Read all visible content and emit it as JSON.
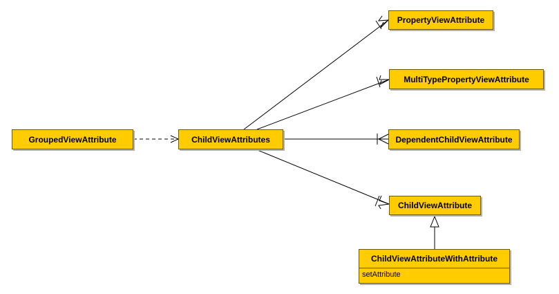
{
  "diagram": {
    "classes": {
      "grouped": {
        "name": "GroupedViewAttribute"
      },
      "child_attrs": {
        "name": "ChildViewAttributes"
      },
      "property": {
        "name": "PropertyViewAttribute"
      },
      "multitype": {
        "name": "MultiTypePropertyViewAttribute"
      },
      "dependent": {
        "name": "DependentChildViewAttribute"
      },
      "child_attr": {
        "name": "ChildViewAttribute"
      },
      "child_with_attr": {
        "name": "ChildViewAttributeWithAttribute",
        "members": [
          "setAttribute"
        ]
      }
    },
    "relationships": [
      {
        "from": "GroupedViewAttribute",
        "to": "ChildViewAttributes",
        "kind": "dependency"
      },
      {
        "from": "ChildViewAttributes",
        "to": "PropertyViewAttribute",
        "kind": "association-many"
      },
      {
        "from": "ChildViewAttributes",
        "to": "MultiTypePropertyViewAttribute",
        "kind": "association-many"
      },
      {
        "from": "ChildViewAttributes",
        "to": "DependentChildViewAttribute",
        "kind": "association-many"
      },
      {
        "from": "ChildViewAttributes",
        "to": "ChildViewAttribute",
        "kind": "association-many"
      },
      {
        "from": "ChildViewAttributeWithAttribute",
        "to": "ChildViewAttribute",
        "kind": "generalization"
      }
    ],
    "colors": {
      "class_fill": "#ffcc00",
      "class_border": "#6b5a00",
      "edge": "#000000"
    }
  }
}
